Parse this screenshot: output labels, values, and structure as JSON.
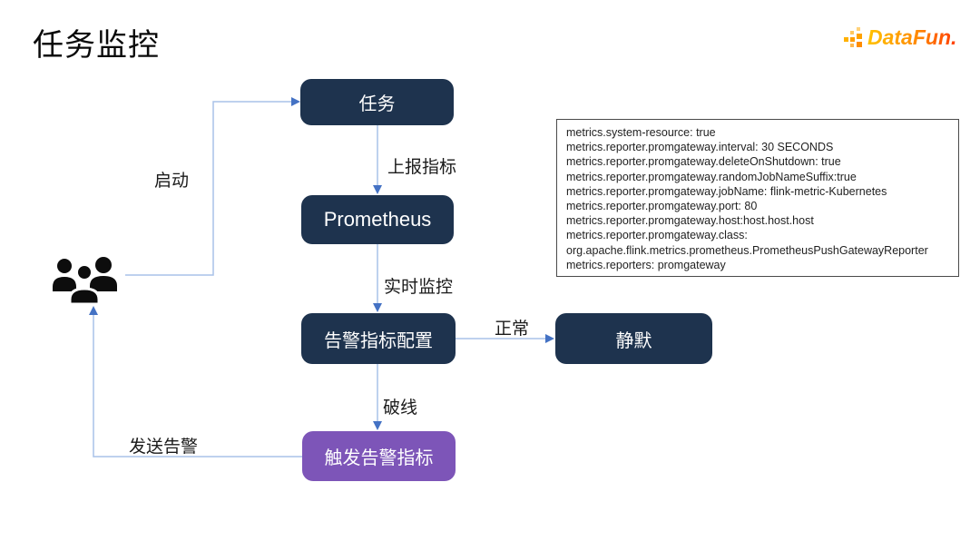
{
  "title": "任务监控",
  "logo": {
    "text": "DataFun."
  },
  "nodes": [
    {
      "id": "task",
      "label": "任务"
    },
    {
      "id": "prometheus",
      "label": "Prometheus"
    },
    {
      "id": "alert-config",
      "label": "告警指标配置"
    },
    {
      "id": "silence",
      "label": "静默"
    },
    {
      "id": "trigger",
      "label": "触发告警指标"
    }
  ],
  "edges": [
    {
      "id": "start",
      "label": "启动"
    },
    {
      "id": "report",
      "label": "上报指标"
    },
    {
      "id": "realtime",
      "label": "实时监控"
    },
    {
      "id": "normal",
      "label": "正常"
    },
    {
      "id": "break",
      "label": "破线"
    },
    {
      "id": "send",
      "label": "发送告警"
    }
  ],
  "config_box": {
    "lines": [
      "metrics.system-resource: true",
      "metrics.reporter.promgateway.interval: 30 SECONDS",
      "metrics.reporter.promgateway.deleteOnShutdown: true",
      "metrics.reporter.promgateway.randomJobNameSuffix:true",
      "metrics.reporter.promgateway.jobName: flink-metric-Kubernetes",
      "metrics.reporter.promgateway.port: 80",
      "metrics.reporter.promgateway.host:host.host.host",
      "metrics.reporter.promgateway.class:",
      "org.apache.flink.metrics.prometheus.PrometheusPushGatewayReporter",
      "metrics.reporters: promgateway"
    ]
  },
  "colors": {
    "node_navy": "#1e334e",
    "node_purple": "#7d55b8",
    "connector_line": "#a9c2e8",
    "arrowhead": "#4472c4",
    "logo_gradient_start": "#ffc200",
    "logo_gradient_end": "#ff3d00"
  }
}
